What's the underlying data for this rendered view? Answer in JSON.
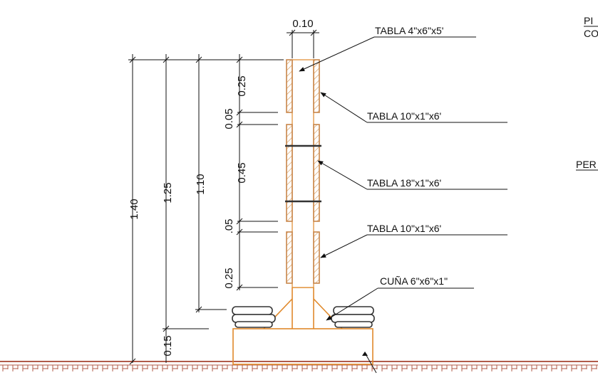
{
  "colors": {
    "wood": "#c8864a",
    "wood_hatch": "#d9a36a",
    "orange": "#e0892b",
    "ground": "#b05b4a",
    "line": "#111111",
    "bag": "#333333"
  },
  "dimensions": {
    "top_width": "0.10",
    "total_140": "1.40",
    "total_125": "1.25",
    "total_110": "1.10",
    "seg_025a": "0.25",
    "seg_005": "0.05",
    "seg_045": "0.45",
    "seg_05": ".05",
    "seg_025b": "0.25",
    "seg_015": "0.15"
  },
  "labels": {
    "tabla_top": "TABLA  4\"x6\"x5'",
    "tabla_10a": "TABLA  10\"x1\"x6'",
    "tabla_18": "TABLA  18\"x1\"x6'",
    "tabla_10b": "TABLA  10\"x1\"x6'",
    "cuna": "CUÑA  6\"x6\"x1\"",
    "edge_pi": "PI",
    "edge_co": "CO",
    "edge_per": "PER"
  }
}
